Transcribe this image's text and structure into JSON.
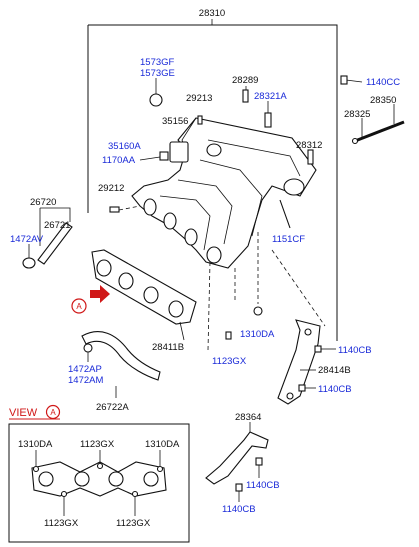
{
  "labels": {
    "top_assembly": "28310",
    "cap_a": "1573GF",
    "cap_b": "1573GE",
    "sensor": "28289",
    "sensor_bolt": "28321A",
    "stud_top": "29213",
    "bracket_part": "35156",
    "bracket_part_b": "35160A",
    "nut_left": "1170AA",
    "bolt_right_top": "1140CC",
    "rod": "28350",
    "rod_tip": "28325",
    "stud_right": "28312",
    "stud_left": "29212",
    "hose_assy": "26720",
    "hose_pipe": "26721",
    "hose_clamp": "1472AV",
    "stud_long": "1151CF",
    "gasket": "28411B",
    "nut_lower": "1310DA",
    "bolt_lower": "1123GX",
    "bolt_bracket_1": "1140CB",
    "bracket_lower": "28414B",
    "bolt_bracket_2": "1140CB",
    "clamp_a": "1472AP",
    "clamp_b": "1472AM",
    "hose_lower": "26722A",
    "bracket_small": "28364",
    "bolt_small_1": "1140CB",
    "bolt_small_2": "1140CB"
  },
  "marker": {
    "letter": "A"
  },
  "view": {
    "title": "VIEW",
    "letter": "A",
    "top_left": "1310DA",
    "top_mid": "1123GX",
    "top_right": "1310DA",
    "bottom_left": "1123GX",
    "bottom_right": "1123GX"
  },
  "colors": {
    "label": "#1a2ad8",
    "accent": "#d01818",
    "line": "#111111"
  }
}
